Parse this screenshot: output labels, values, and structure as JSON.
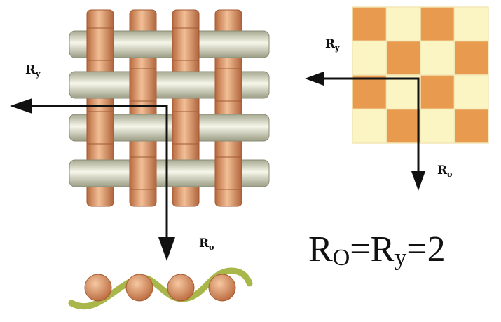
{
  "labels": {
    "weave_ry": {
      "main": "R",
      "sub": "y"
    },
    "weave_ro": {
      "main": "R",
      "sub": "o"
    },
    "grid_ry": {
      "main": "R",
      "sub": "y"
    },
    "grid_ro": {
      "main": "R",
      "sub": "o"
    }
  },
  "equation": {
    "r1": "R",
    "s1": "O",
    "eq1": "=R",
    "s2": "y",
    "eq2": "=2"
  },
  "colors": {
    "warp": "#d9976a",
    "weft": "#d7d7bd",
    "grid_dark": "#e89a4e",
    "grid_light": "#fbf5c4",
    "wave": "#a9b64a",
    "arrow": "#111111"
  },
  "grid_pattern": [
    [
      1,
      0,
      1,
      0
    ],
    [
      0,
      1,
      0,
      1
    ],
    [
      1,
      0,
      1,
      0
    ],
    [
      0,
      1,
      0,
      1
    ]
  ]
}
